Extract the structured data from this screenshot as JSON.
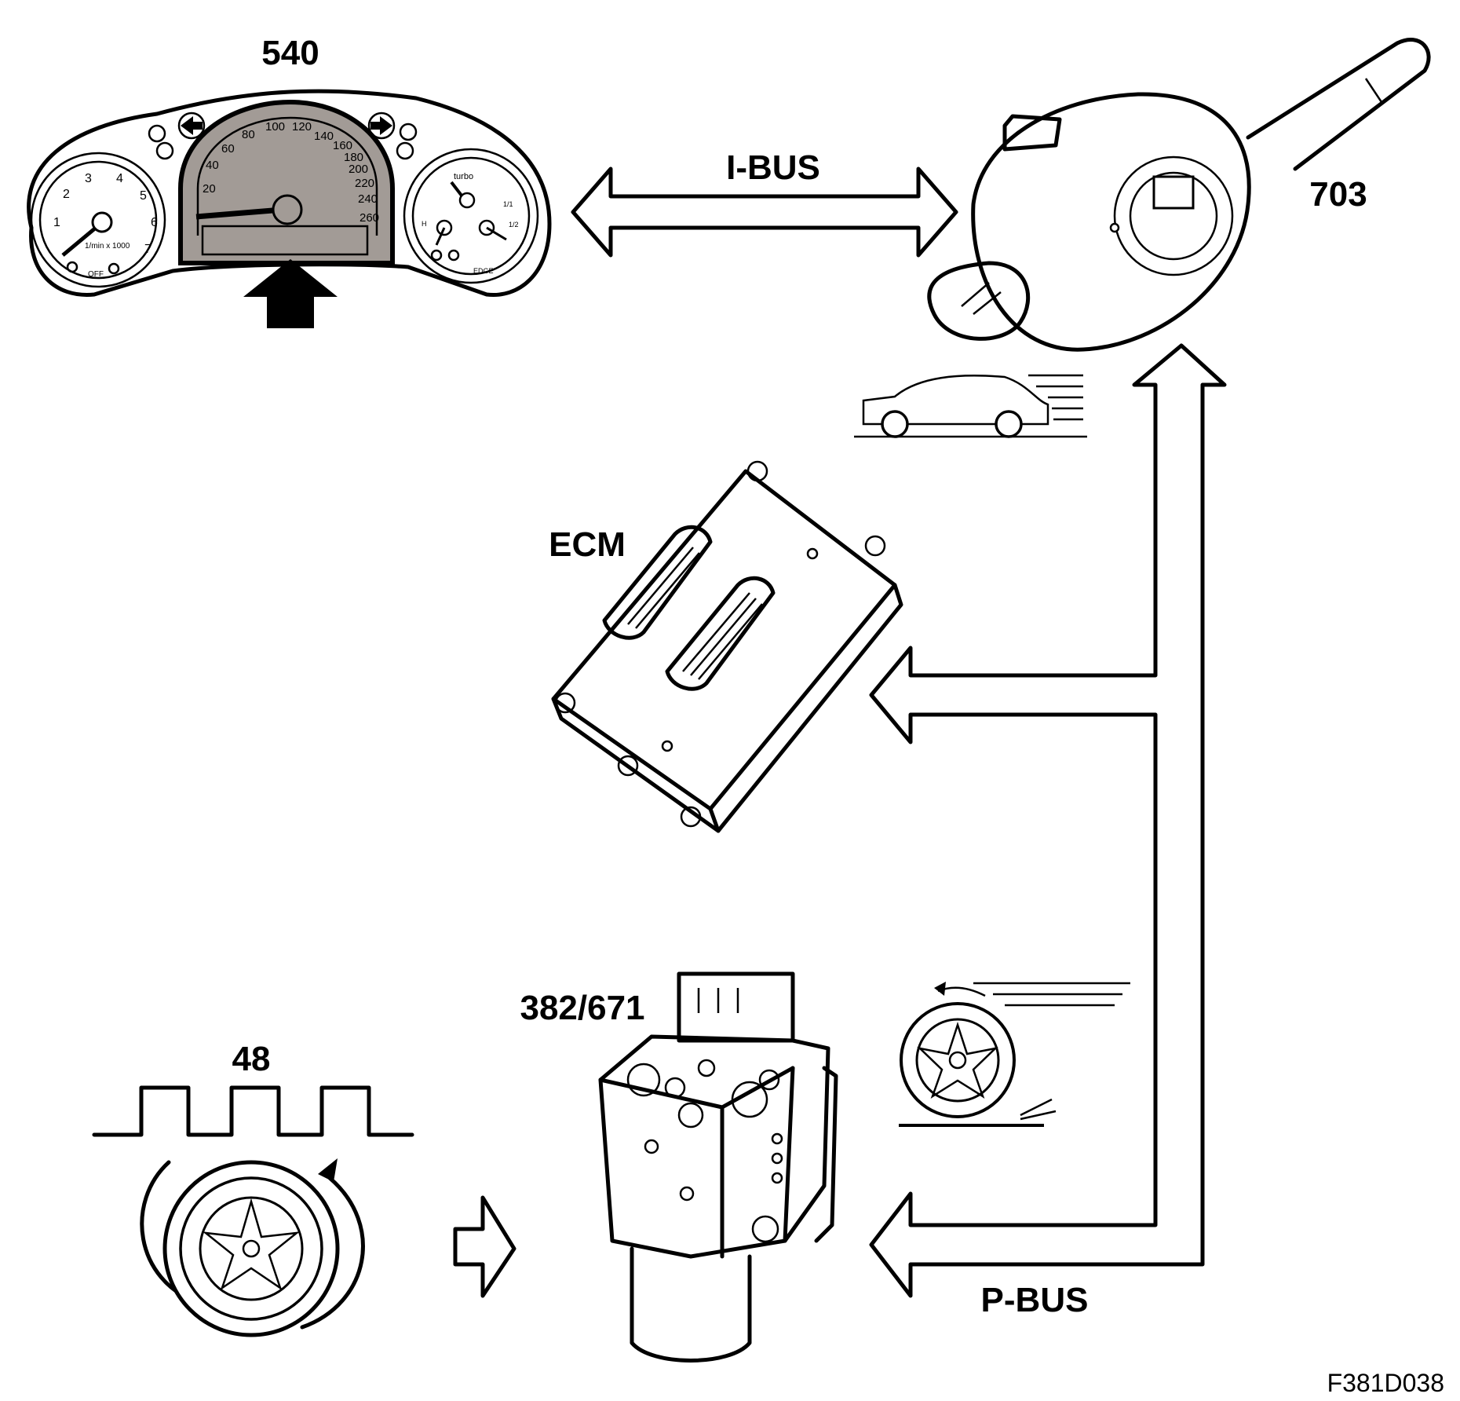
{
  "labels": {
    "cluster_id": "540",
    "ibus": "I-BUS",
    "stalk_id": "703",
    "ecm": "ECM",
    "abs_id": "382/671",
    "sensor_id": "48",
    "pbus": "P-BUS",
    "figure_code": "F381D038"
  },
  "cluster": {
    "speed_ticks": [
      "20",
      "40",
      "60",
      "80",
      "100",
      "120",
      "140",
      "160",
      "180",
      "200",
      "220",
      "240",
      "260"
    ],
    "rpm_ticks": [
      "1",
      "2",
      "3",
      "4",
      "5",
      "6",
      "7"
    ],
    "rpm_unit": "1/min x 1000",
    "turbo": "turbo",
    "fuel_full": "1/1",
    "fuel_half": "1/2",
    "temp_h": "H",
    "off": "OFF",
    "edge": "EDGE"
  },
  "colors": {
    "ink": "#000000",
    "display_grey": "#a29b96",
    "paper": "#ffffff"
  }
}
